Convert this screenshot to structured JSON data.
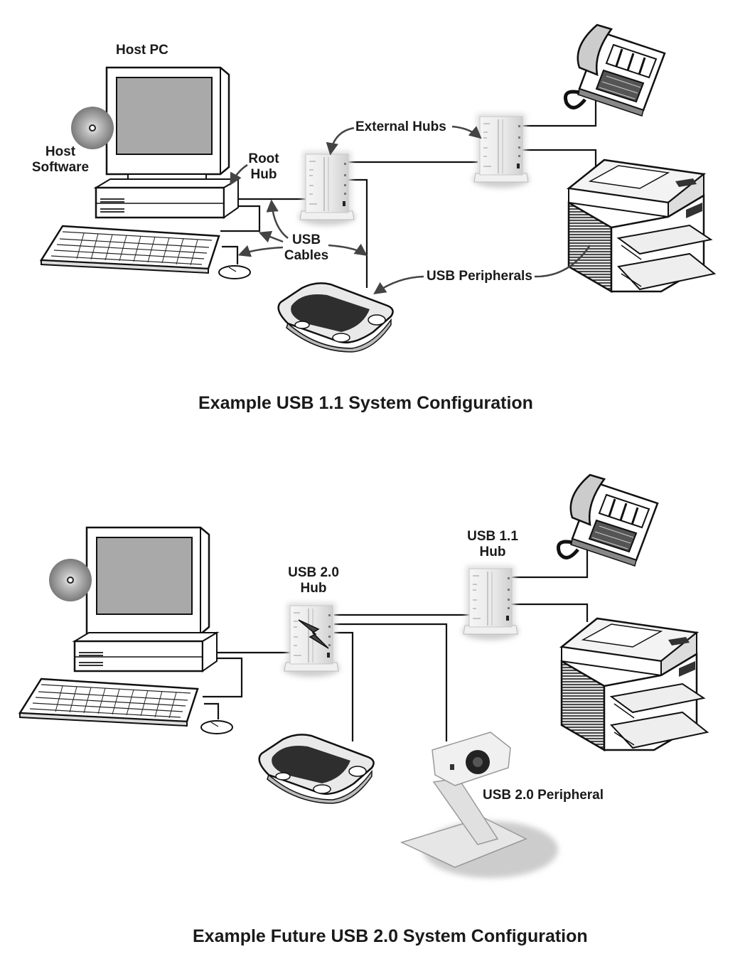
{
  "diagram_top": {
    "caption": "Example USB 1.1 System Configuration",
    "labels": {
      "host_pc": "Host PC",
      "host_software_line1": "Host",
      "host_software_line2": "Software",
      "root_hub_line1": "Root",
      "root_hub_line2": "Hub",
      "external_hubs": "External Hubs",
      "usb_cables_line1": "USB",
      "usb_cables_line2": "Cables",
      "usb_peripherals": "USB Peripherals"
    },
    "devices": [
      "host-pc",
      "cd-disc",
      "keyboard",
      "mouse",
      "external-hub-1",
      "external-hub-2",
      "phone",
      "printer",
      "scanner-pad"
    ]
  },
  "diagram_bottom": {
    "caption": "Example Future USB 2.0 System Configuration",
    "labels": {
      "usb20_hub_line1": "USB 2.0",
      "usb20_hub_line2": "Hub",
      "usb11_hub_line1": "USB 1.1",
      "usb11_hub_line2": "Hub",
      "usb20_peripheral": "USB 2.0 Peripheral"
    },
    "devices": [
      "host-pc",
      "cd-disc",
      "keyboard",
      "mouse",
      "usb20-hub",
      "usb11-hub",
      "phone",
      "printer",
      "scanner-pad",
      "webcam"
    ]
  }
}
